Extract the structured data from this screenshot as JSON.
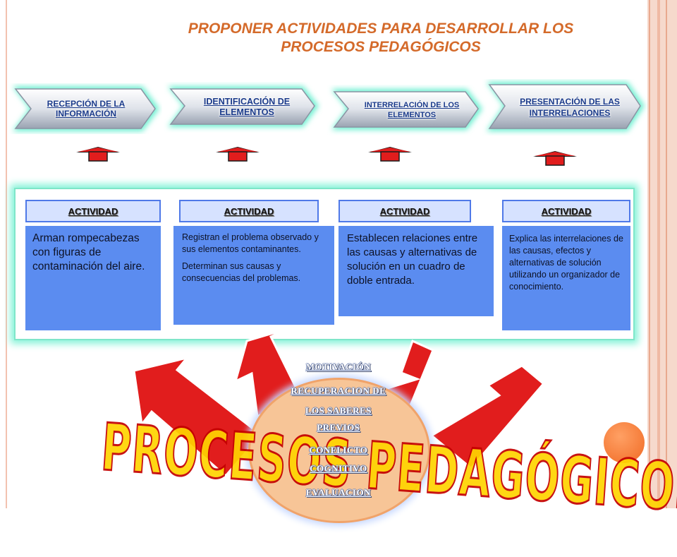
{
  "title": {
    "line1": "PROPONER ACTIVIDADES PARA DESARROLLAR LOS",
    "line2": "PROCESOS PEDAGÓGICOS"
  },
  "stages": [
    {
      "label": "RECEPCIÓN DE LA INFORMACIÓN"
    },
    {
      "label": "IDENTIFICACIÓN DE ELEMENTOS"
    },
    {
      "label": "INTERRELACIÓN DE LOS ELEMENTOS"
    },
    {
      "label": "PRESENTACIÓN DE LAS INTERRELACIONES"
    }
  ],
  "activities": [
    {
      "header": "ACTIVIDAD",
      "text": "Arman rompecabezas con figuras de contaminación del aire."
    },
    {
      "header": "ACTIVIDAD",
      "text": "Registran el problema observado y sus elementos contaminantes.",
      "text2": "Determinan sus causas y consecuencias del problemas."
    },
    {
      "header": "ACTIVIDAD",
      "text": "Establecen relaciones entre las causas y alternativas de solución en un cuadro de doble entrada."
    },
    {
      "header": "ACTIVIDAD",
      "text": "Explica las interrelaciones de las causas, efectos y alternativas de solución utilizando un organizador de conocimiento."
    }
  ],
  "processes": {
    "items": [
      "MOTIVACIÓN",
      "RECUPERACION DE",
      "LOS SABERES",
      "PREVIOS",
      "CONFLICTO",
      "COGNITIVO",
      "EVALUACION"
    ],
    "watermark": "PROCESOS PEDAGÓGICOS"
  },
  "colors": {
    "title": "#d46a2a",
    "stage_text": "#1a3a8a",
    "activity_box": "#5b8cf0",
    "arrow_red": "#e11d1d",
    "panel_glow": "#86f3d8",
    "watermark_fill": "#ffd400",
    "watermark_stroke": "#c40000"
  }
}
